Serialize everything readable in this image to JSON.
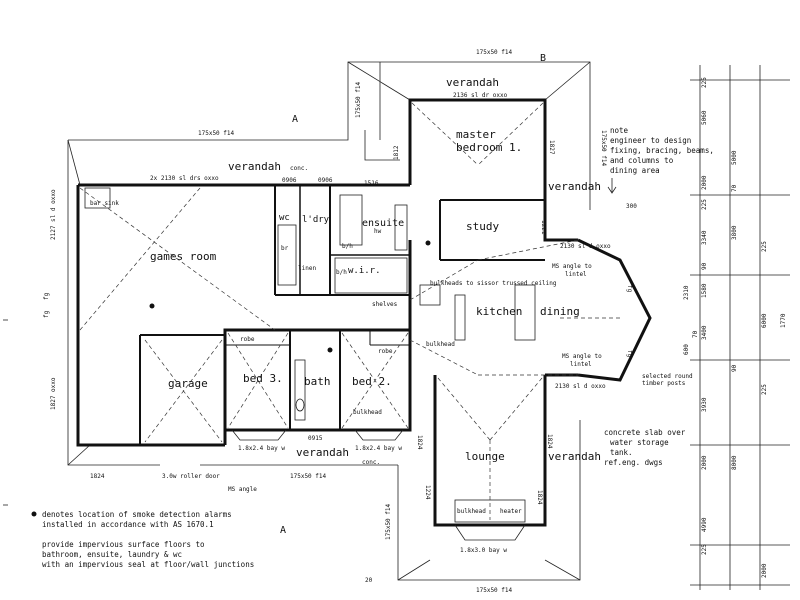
{
  "rooms": {
    "verandah_top": "verandah",
    "verandah_main": "verandah",
    "verandah_right": "verandah",
    "verandah_bottom": "verandah",
    "verandah_lounge": "verandah",
    "master_bedroom_1": "master",
    "master_bedroom_2": "bedroom 1.",
    "study": "study",
    "games_room": "games room",
    "kitchen": "kitchen",
    "dining": "dining",
    "garage": "garage",
    "bed3": "bed 3.",
    "bath": "bath",
    "bed2": "bed 2.",
    "lounge": "lounge",
    "ensuite": "ensuite",
    "wir": "w.i.r.",
    "ldry": "l'dry",
    "wc": "wc"
  },
  "small_labels": {
    "beam_top": "175x50 f14",
    "beam_main": "175x50 f14",
    "beam_bottom": "175x50 f14",
    "beam_lounge": "175x50 f14",
    "beam_right": "175x50 f14",
    "beam_left_vert": "175x50 f14",
    "beam_lounge_vert": "175x50 f14",
    "door_master": "2136 sl dr oxxo",
    "door_main": "2x 2130 sl drs oxxo",
    "door_dining": "2130 sl d oxxo",
    "door_dining2": "2130 sl d oxxo",
    "door_left": "2127 sl d oxxo",
    "window_left": "1827 oxxo",
    "conc": "conc.",
    "conc2": "conc.",
    "bar_sink": "bar sink",
    "linen": "linen",
    "bh1": "b/h",
    "bh2": "b/h",
    "shelves": "shelves",
    "robe1": "robe",
    "robe2": "robe",
    "bulkhead1": "bulkhead",
    "bulkhead2": "bulkhead",
    "bulkhead3": "bulkhead",
    "bulkhead_note": "bulkheads to sissor trussed ceiling",
    "heater": "heater",
    "bay1": "1.8x2.4 bay w",
    "bay2": "1.8x2.4 bay w",
    "bay3": "1.8x3.0 bay w",
    "roller_door": "3.0w roller door",
    "ms_angle": "MS angle",
    "ms_angle_lintel1": "MS angle to",
    "ms_angle_lintel1b": "lintel",
    "ms_angle_lintel2": "MS angle to",
    "ms_angle_lintel2b": "lintel",
    "timber1": "selected round",
    "timber2": "timber posts",
    "dim_1824a": "1824",
    "dim_1824b": "1824",
    "dim_1824c": "1824",
    "dim_1824d": "1824",
    "dim_1812": "1812",
    "dim_1827": "1827",
    "dim_1221": "1221",
    "dim_1224": "1224",
    "dim_1516": "1516",
    "dim_0906a": "0906",
    "dim_0906b": "0906",
    "dim_0915": "0915",
    "dim_300": "300",
    "fg1": "fg",
    "fg2": "fg",
    "fg3": "fg",
    "fg4": "fg",
    "section_a1": "A",
    "section_a2": "A",
    "section_b": "B",
    "br": "br",
    "hw": "hw",
    "bottom_num": "20"
  },
  "dimensions_right": {
    "d225a": "225",
    "d5060": "5060",
    "d5000": "5000",
    "d2000a": "2000",
    "d70a": "70",
    "d225b": "225",
    "d3340": "3340",
    "d3800": "3800",
    "d225c": "225",
    "d90a": "90",
    "d1580": "1580",
    "d2310": "2310",
    "d6000": "6000",
    "d1770": "1770",
    "d3400": "3400",
    "d600": "600",
    "d70b": "70",
    "d90b": "90",
    "d225d": "225",
    "d3930": "3930",
    "d2000b": "2000",
    "d8000": "8000",
    "d4990": "4990",
    "d225e": "225",
    "d2000c": "2000"
  },
  "notes": {
    "engineer_1": "note",
    "engineer_2": "engineer to design",
    "engineer_3": "fixing, bracing, beams,",
    "engineer_4": "and columns to",
    "engineer_5": "dining area",
    "slab_1": "concrete slab over",
    "slab_2": "water storage",
    "slab_3": "tank.",
    "slab_4": "ref.eng. dwgs",
    "smoke_1": "denotes location of smoke detection alarms",
    "smoke_2": "installed in accordance with AS 1670.1",
    "floor_1": "provide impervious surface floors to",
    "floor_2": "bathroom, ensuite, laundry & wc",
    "floor_3": "with an impervious seal at floor/wall junctions"
  }
}
